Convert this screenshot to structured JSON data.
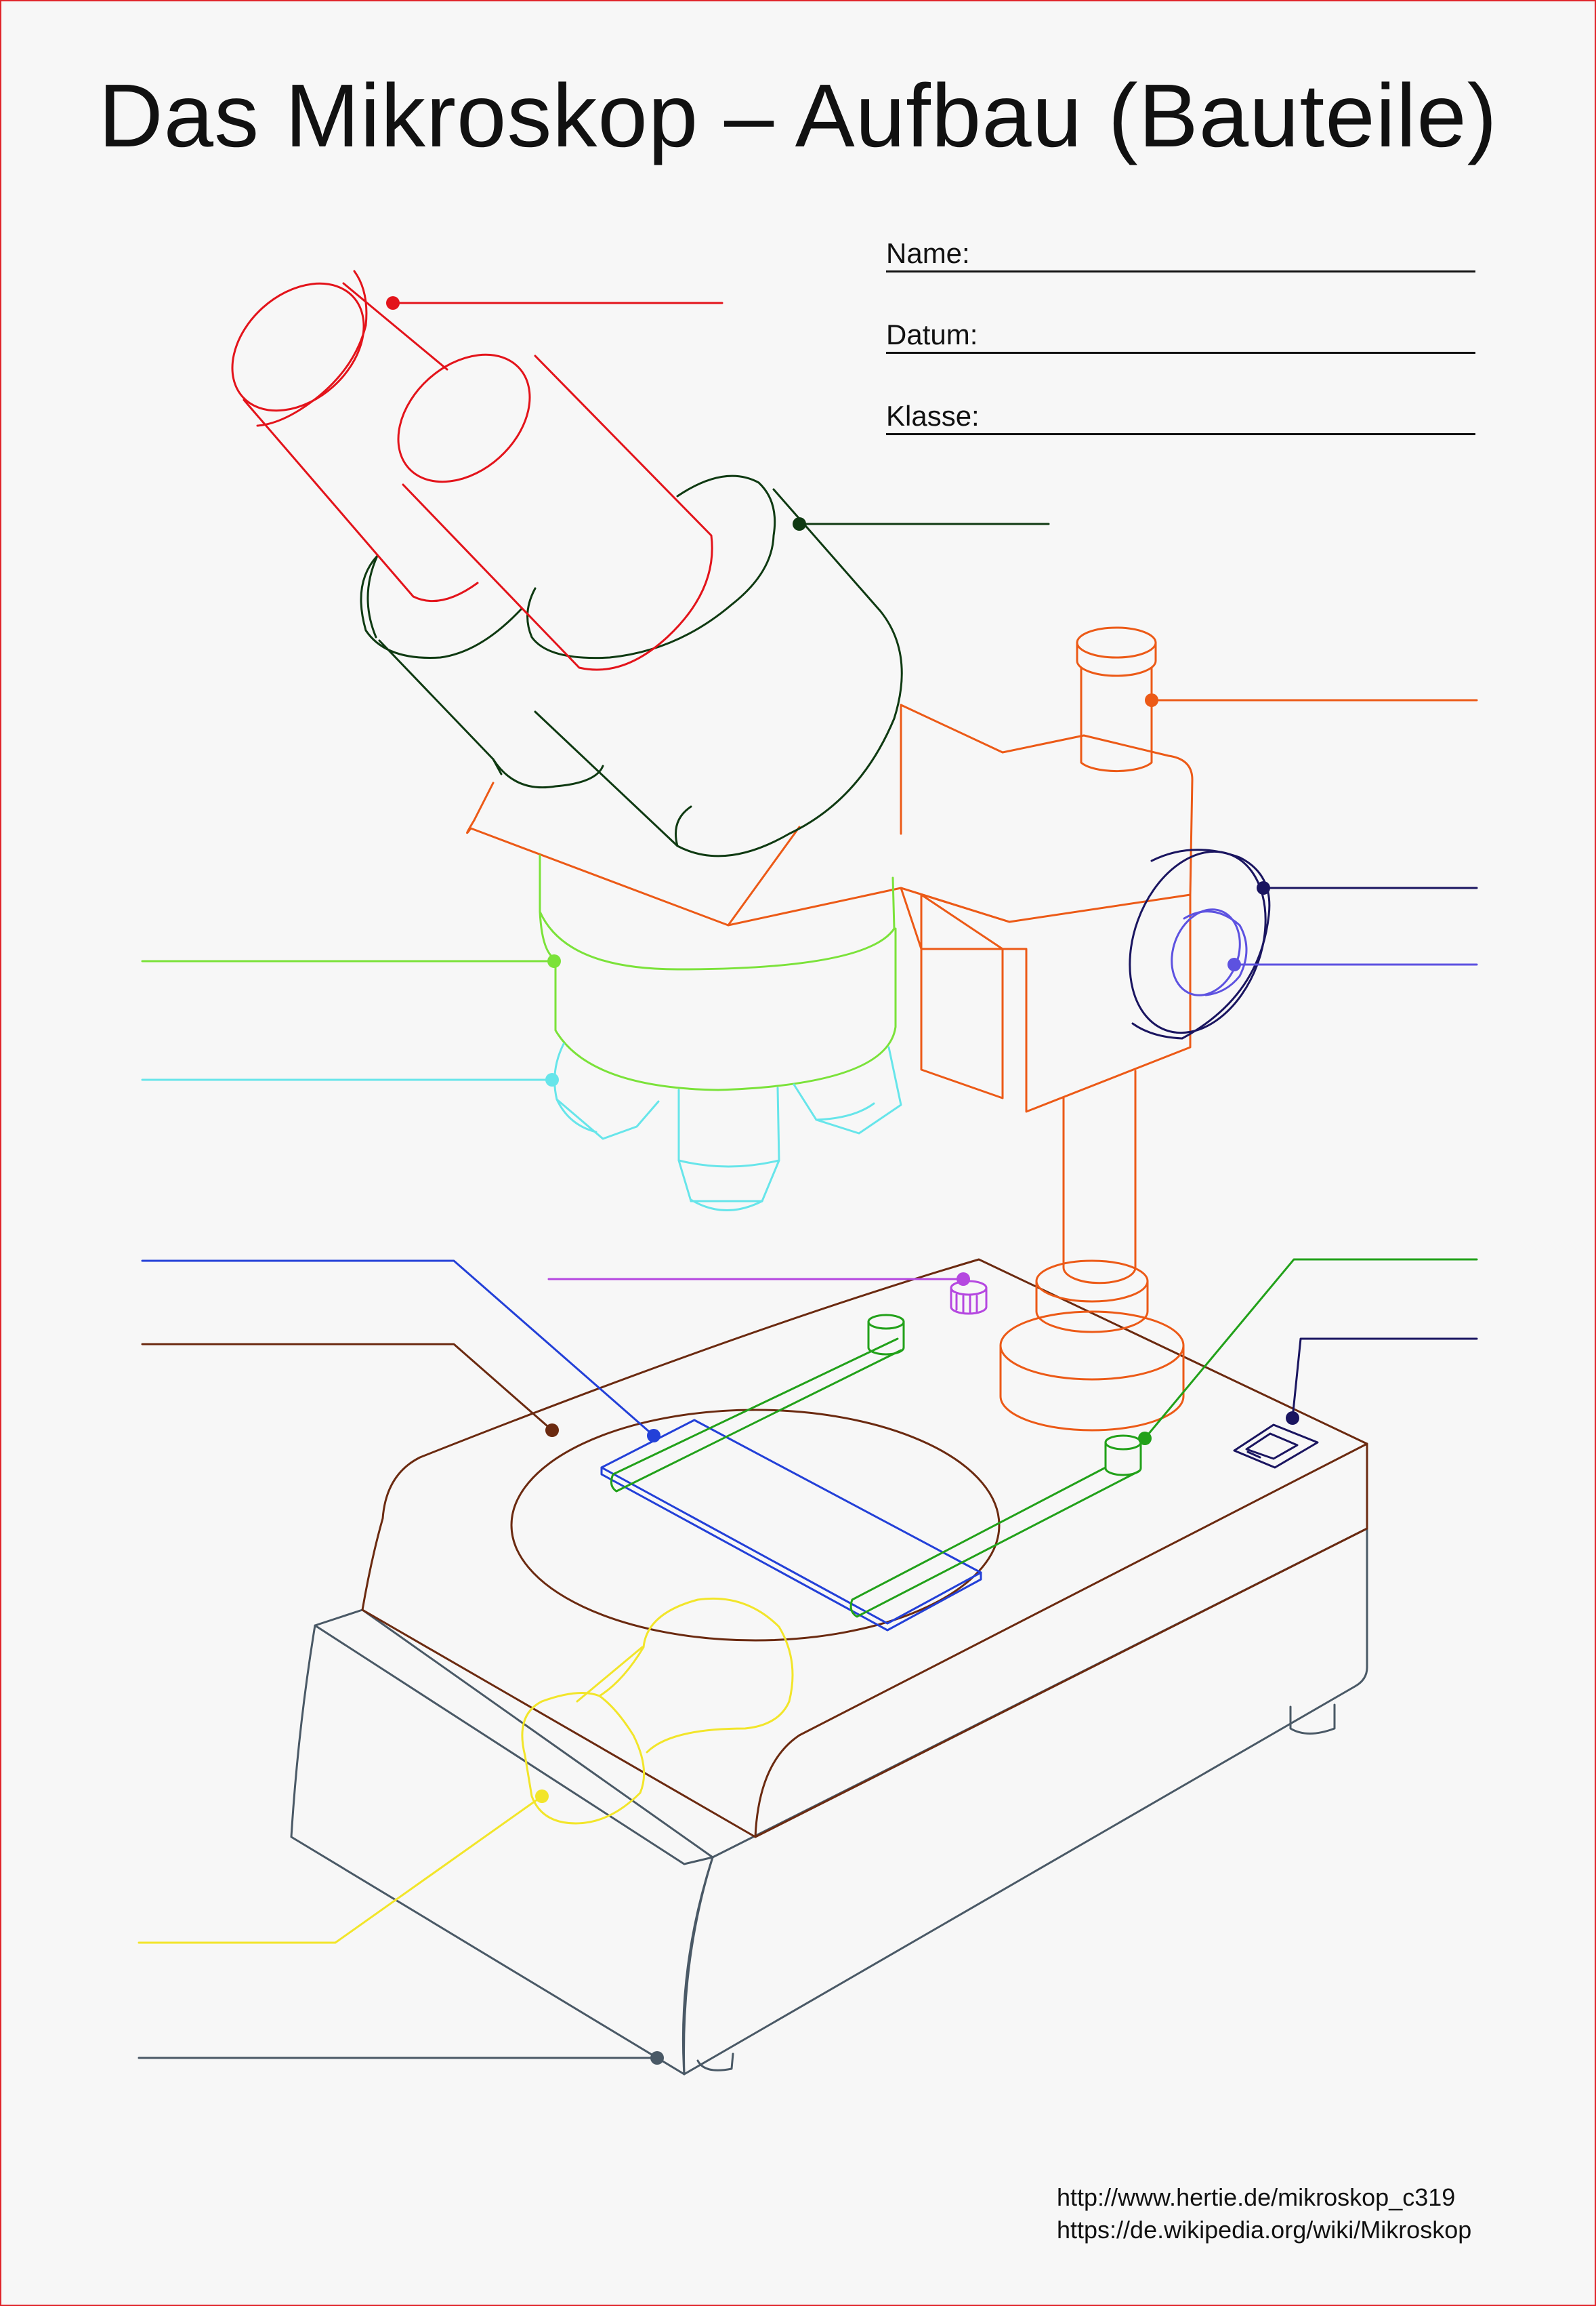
{
  "title": "Das Mikroskop – Aufbau (Bauteile)",
  "fields": [
    {
      "label": "Name:"
    },
    {
      "label": "Datum:"
    },
    {
      "label": "Klasse:"
    }
  ],
  "sources": [
    "http://www.hertie.de/mikroskop_c319",
    "https://de.wikipedia.org/wiki/Mikroskop"
  ],
  "colors": {
    "frame": "#e0262b",
    "eyepiece": "#e3141b",
    "tube": "#0f3a12",
    "stand": "#ec5a17",
    "revolver": "#7be23a",
    "objectives": "#67e5ea",
    "coarse_focus": "#1a1560",
    "fine_focus": "#5d52e0",
    "slide": "#2340d8",
    "stage": "#6b2a10",
    "clips": "#22a11a",
    "aperture_knob": "#b548e0",
    "switch": "#1a1560",
    "lamp": "#f2e52a",
    "base": "#4a5966"
  }
}
